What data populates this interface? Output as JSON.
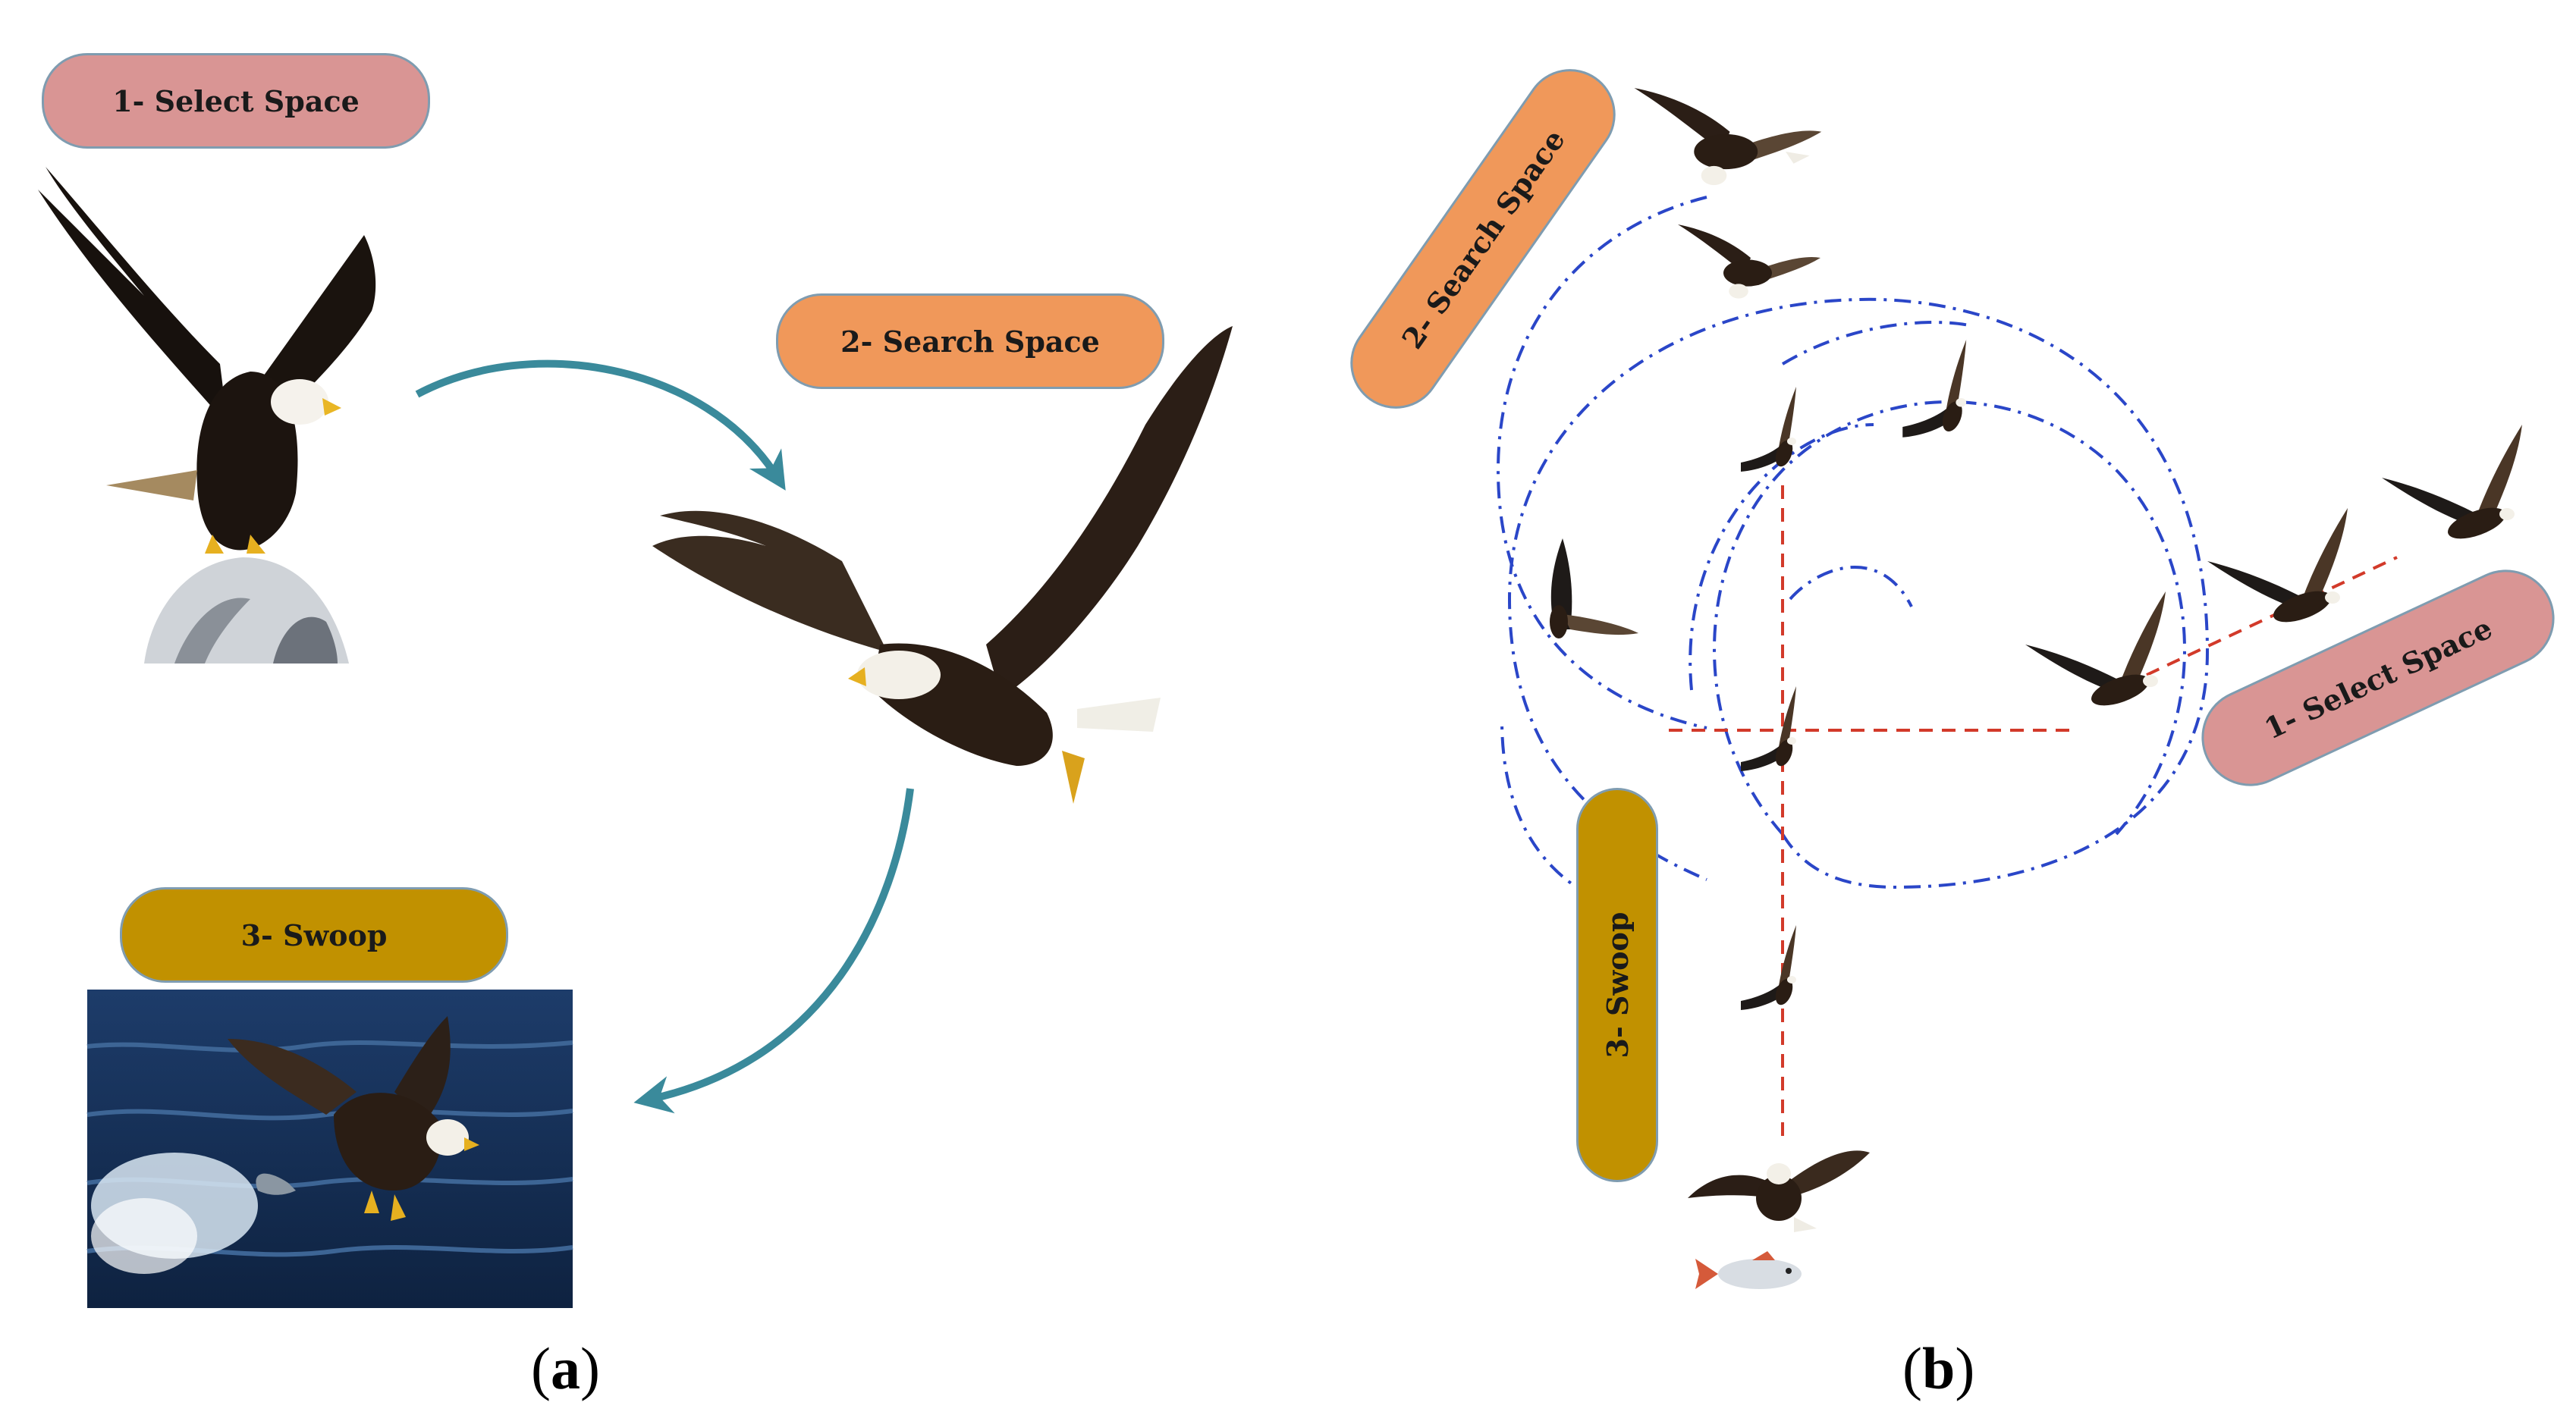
{
  "panel_a": {
    "label_open": "(",
    "label_letter": "a",
    "label_close": ")",
    "stage1": "1- Select Space",
    "stage2": "2- Search Space",
    "stage3": "3- Swoop"
  },
  "panel_b": {
    "label_open": "(",
    "label_letter": "b",
    "label_close": ")",
    "stage1": "1- Select Space",
    "stage2": "2- Search Space",
    "stage3": "3- Swoop"
  },
  "colors": {
    "select": "#d99594",
    "search": "#f0985a",
    "swoop": "#c19100",
    "arrow": "#3a8a9b",
    "spiral": "#2a46c8",
    "path": "#d23a2a"
  }
}
